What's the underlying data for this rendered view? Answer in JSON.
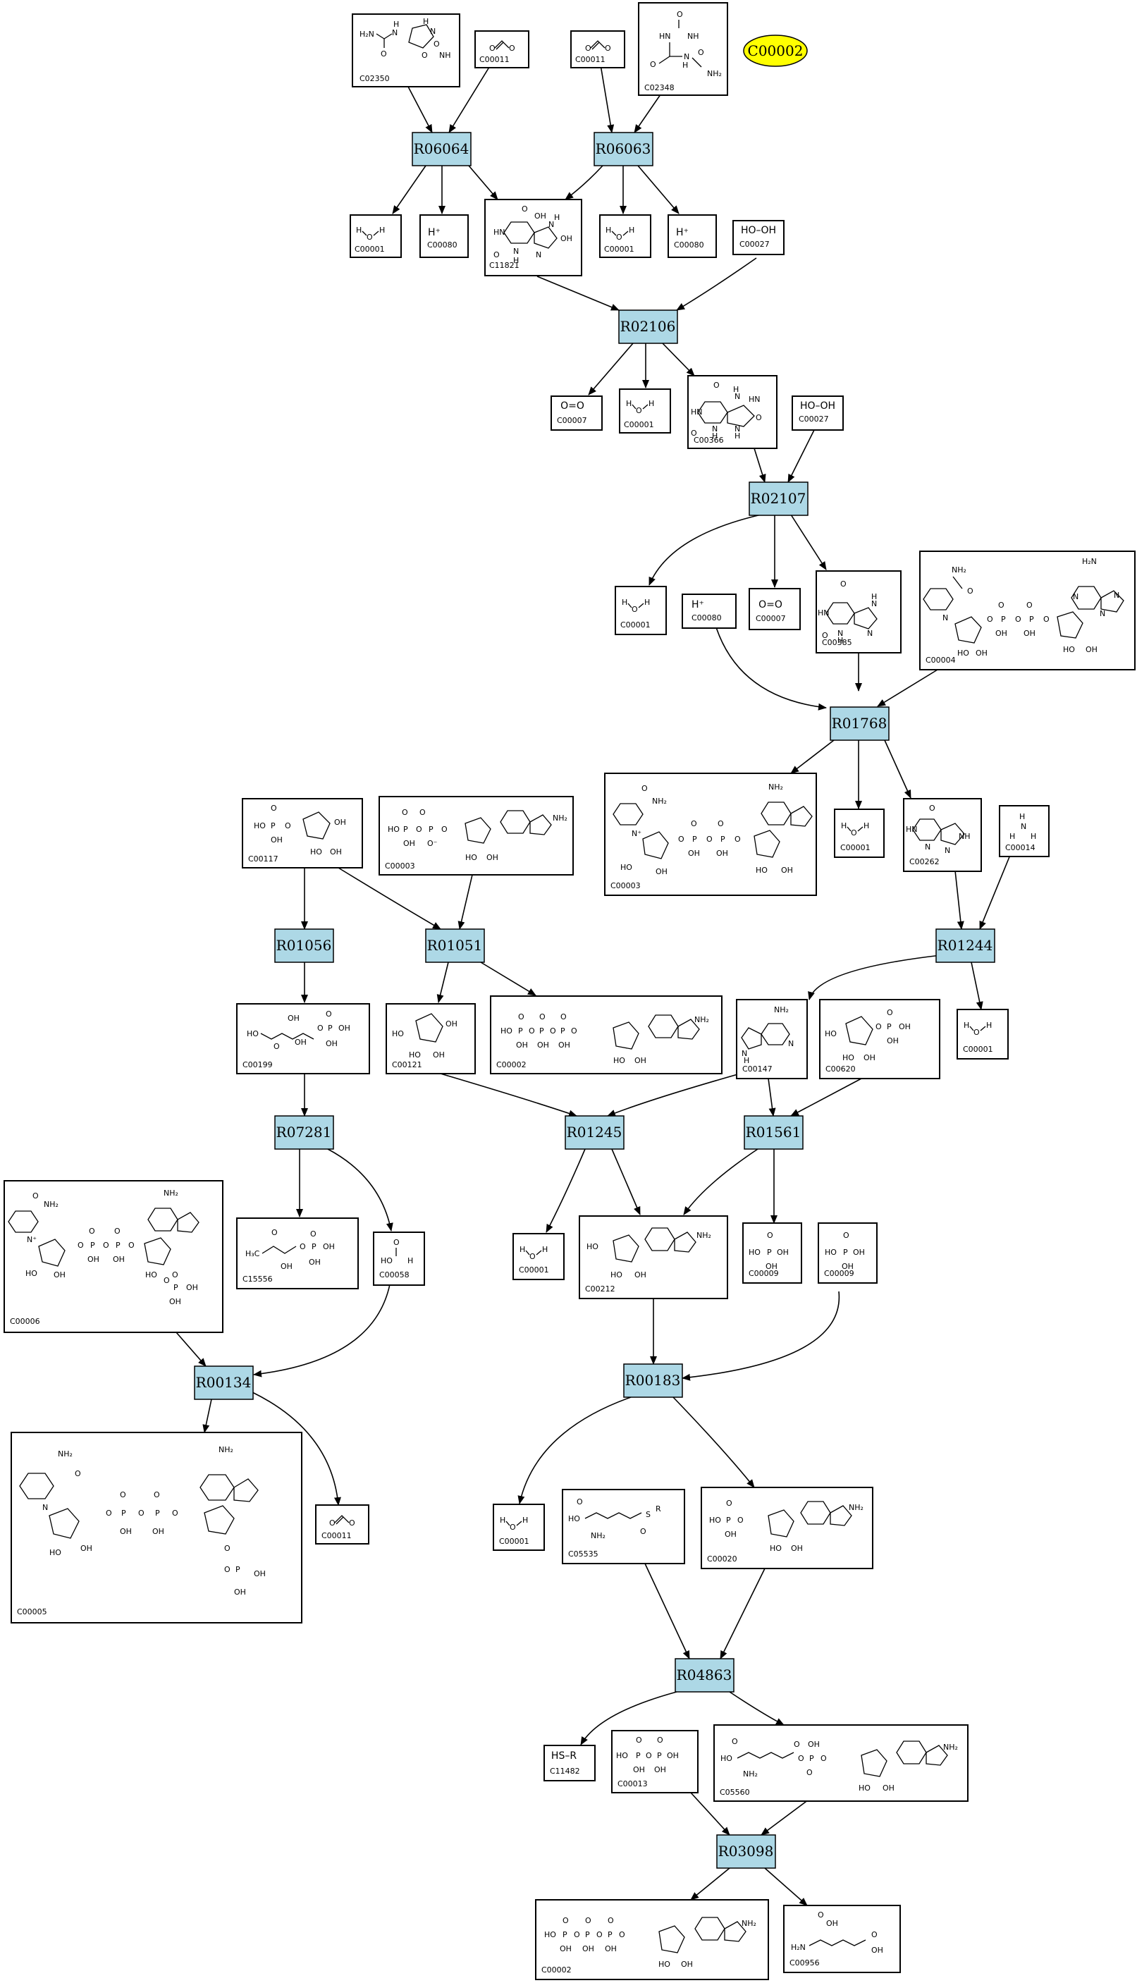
{
  "highlight": {
    "id": "C00002",
    "color": "#ffff00"
  },
  "colors": {
    "reaction_fill": "#add8e6",
    "edge": "#000000"
  },
  "reactions": [
    {
      "key": "R06064",
      "label": "R06064"
    },
    {
      "key": "R06063",
      "label": "R06063"
    },
    {
      "key": "R02106",
      "label": "R02106"
    },
    {
      "key": "R02107",
      "label": "R02107"
    },
    {
      "key": "R01768",
      "label": "R01768"
    },
    {
      "key": "R01056",
      "label": "R01056"
    },
    {
      "key": "R01051",
      "label": "R01051"
    },
    {
      "key": "R01244",
      "label": "R01244"
    },
    {
      "key": "R07281",
      "label": "R07281"
    },
    {
      "key": "R01245",
      "label": "R01245"
    },
    {
      "key": "R01561",
      "label": "R01561"
    },
    {
      "key": "R00134",
      "label": "R00134"
    },
    {
      "key": "R00183",
      "label": "R00183"
    },
    {
      "key": "R04863",
      "label": "R04863"
    },
    {
      "key": "R03098",
      "label": "R03098"
    }
  ],
  "compounds": [
    {
      "key": "c02350",
      "id": "C02350",
      "structure": "H2N-CO-NH-allantoin ring"
    },
    {
      "key": "c00011a",
      "id": "C00011",
      "formula": "O=C=O"
    },
    {
      "key": "c00011b",
      "id": "C00011",
      "formula": "O=C=O"
    },
    {
      "key": "c02348",
      "id": "C02348",
      "structure": "ureido compound"
    },
    {
      "key": "c00001a",
      "id": "C00001",
      "formula": "H2O"
    },
    {
      "key": "c00080a",
      "id": "C00080",
      "formula": "H+"
    },
    {
      "key": "c11821",
      "id": "C11821",
      "structure": "5-hydroxyisourate"
    },
    {
      "key": "c00001b",
      "id": "C00001",
      "formula": "H2O"
    },
    {
      "key": "c00080b",
      "id": "C00080",
      "formula": "H+"
    },
    {
      "key": "c00027a",
      "id": "C00027",
      "formula": "HO-OH"
    },
    {
      "key": "c00007a",
      "id": "C00007",
      "formula": "O=O"
    },
    {
      "key": "c00001c",
      "id": "C00001",
      "formula": "H2O"
    },
    {
      "key": "c00366",
      "id": "C00366",
      "structure": "urate"
    },
    {
      "key": "c00027b",
      "id": "C00027",
      "formula": "HO-OH"
    },
    {
      "key": "c00001d",
      "id": "C00001",
      "formula": "H2O"
    },
    {
      "key": "c00080c",
      "id": "C00080",
      "formula": "H+"
    },
    {
      "key": "c00007b",
      "id": "C00007",
      "formula": "O=O"
    },
    {
      "key": "c00385",
      "id": "C00385",
      "structure": "xanthine"
    },
    {
      "key": "c00004",
      "id": "C00004",
      "structure": "NADH"
    },
    {
      "key": "c00003a",
      "id": "C00003",
      "structure": "NAD+"
    },
    {
      "key": "c00001e",
      "id": "C00001",
      "formula": "H2O"
    },
    {
      "key": "c00262",
      "id": "C00262",
      "structure": "hypoxanthine"
    },
    {
      "key": "c00014",
      "id": "C00014",
      "formula": "NH3"
    },
    {
      "key": "c00117",
      "id": "C00117",
      "structure": "ribose 5-phosphate"
    },
    {
      "key": "c00003b",
      "id": "C00003",
      "structure": "AMP-like"
    },
    {
      "key": "c00199",
      "id": "C00199",
      "structure": "ribulose 5-phosphate"
    },
    {
      "key": "c00121",
      "id": "C00121",
      "structure": "ribose"
    },
    {
      "key": "c00002a",
      "id": "C00002",
      "structure": "ATP"
    },
    {
      "key": "c00147",
      "id": "C00147",
      "structure": "adenine"
    },
    {
      "key": "c00620",
      "id": "C00620",
      "structure": "ribose 1-phosphate"
    },
    {
      "key": "c00001f",
      "id": "C00001",
      "formula": "H2O"
    },
    {
      "key": "c00006",
      "id": "C00006",
      "structure": "NADP+"
    },
    {
      "key": "c15556",
      "id": "C15556",
      "structure": "phosphate ketone"
    },
    {
      "key": "c00058",
      "id": "C00058",
      "formula": "formate"
    },
    {
      "key": "c00001g",
      "id": "C00001",
      "formula": "H2O"
    },
    {
      "key": "c00212",
      "id": "C00212",
      "structure": "adenosine"
    },
    {
      "key": "c00009a",
      "id": "C00009",
      "formula": "phosphate"
    },
    {
      "key": "c00009b",
      "id": "C00009",
      "formula": "phosphate"
    },
    {
      "key": "c00005",
      "id": "C00005",
      "structure": "NADPH"
    },
    {
      "key": "c00011c",
      "id": "C00011",
      "formula": "O=C=O"
    },
    {
      "key": "c00001h",
      "id": "C00001",
      "formula": "H2O"
    },
    {
      "key": "c05535",
      "id": "C05535",
      "structure": "thioester"
    },
    {
      "key": "c00020",
      "id": "C00020",
      "structure": "AMP"
    },
    {
      "key": "c11482",
      "id": "C11482",
      "formula": "HS-R"
    },
    {
      "key": "c00013",
      "id": "C00013",
      "structure": "diphosphate"
    },
    {
      "key": "c05560",
      "id": "C05560",
      "structure": "aminoacyl-AMP"
    },
    {
      "key": "c00002b",
      "id": "C00002",
      "structure": "ATP"
    },
    {
      "key": "c00956",
      "id": "C00956",
      "structure": "2-aminoadipate"
    }
  ]
}
